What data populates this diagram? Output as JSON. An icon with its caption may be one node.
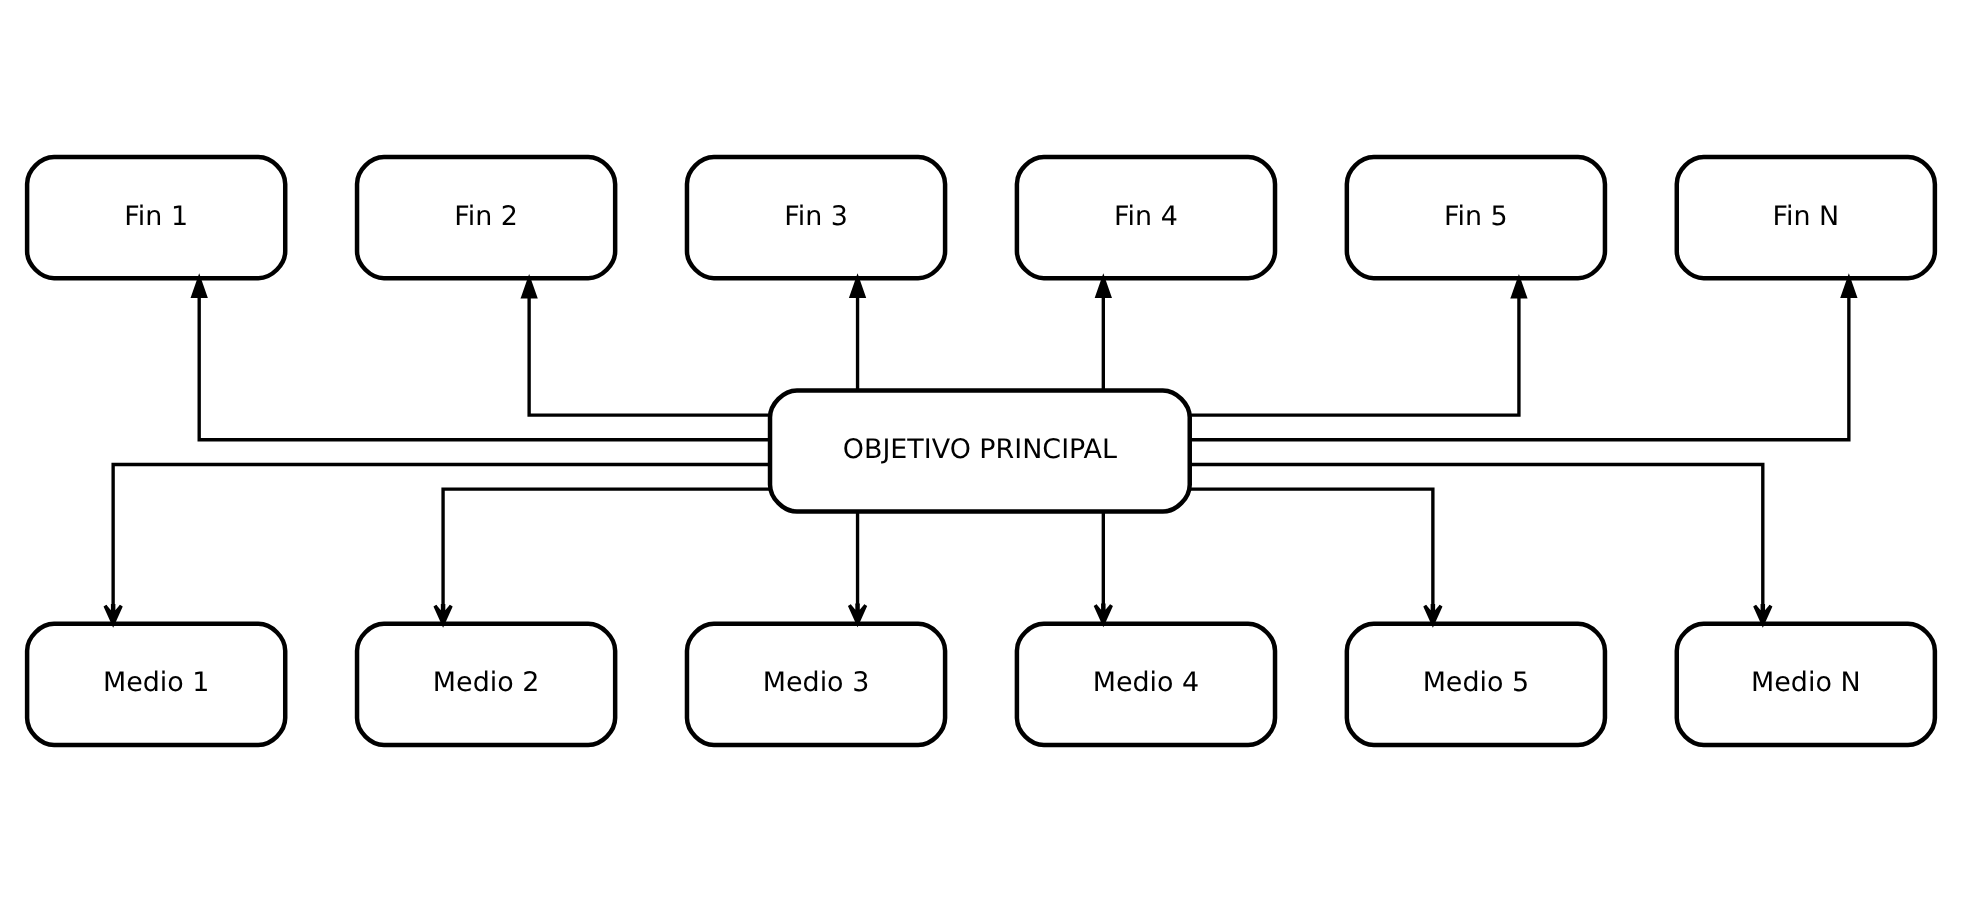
{
  "diagram": {
    "nodes": [
      {
        "text": [
          "Fin 1"
        ]
      },
      {
        "text": [
          "Fin 2"
        ]
      },
      {
        "text": [
          "Fin 3"
        ]
      },
      {
        "text": [
          "Fin 4"
        ]
      },
      {
        "text": [
          "Fin 5"
        ]
      },
      {
        "text": [
          "Fin N"
        ]
      },
      {
        "text": [
          "OBJETIVO PRINCIPAL"
        ]
      },
      {
        "text": [
          "Medio 1"
        ]
      },
      {
        "text": [
          "Medio 2"
        ]
      },
      {
        "text": [
          "Medio 3"
        ]
      },
      {
        "text": [
          "Medio 4"
        ]
      },
      {
        "text": [
          "Medio 5"
        ]
      },
      {
        "text": [
          "Medio N"
        ]
      }
    ],
    "edges": [
      {
        "from": 6,
        "to": 0,
        "arrow": "to"
      },
      {
        "from": 6,
        "to": 1,
        "arrow": "to"
      },
      {
        "from": 6,
        "to": 2,
        "arrow": "to"
      },
      {
        "from": 6,
        "to": 3,
        "arrow": "to"
      },
      {
        "from": 6,
        "to": 4,
        "arrow": "to"
      },
      {
        "from": 6,
        "to": 5,
        "arrow": "to"
      },
      {
        "from": 6,
        "to": 7,
        "arrow": "to"
      },
      {
        "from": 6,
        "to": 8,
        "arrow": "to"
      },
      {
        "from": 6,
        "to": 9,
        "arrow": "to"
      },
      {
        "from": 6,
        "to": 10,
        "arrow": "to"
      },
      {
        "from": 6,
        "to": 11,
        "arrow": "to"
      },
      {
        "from": 6,
        "to": 12,
        "arrow": "to"
      }
    ]
  }
}
